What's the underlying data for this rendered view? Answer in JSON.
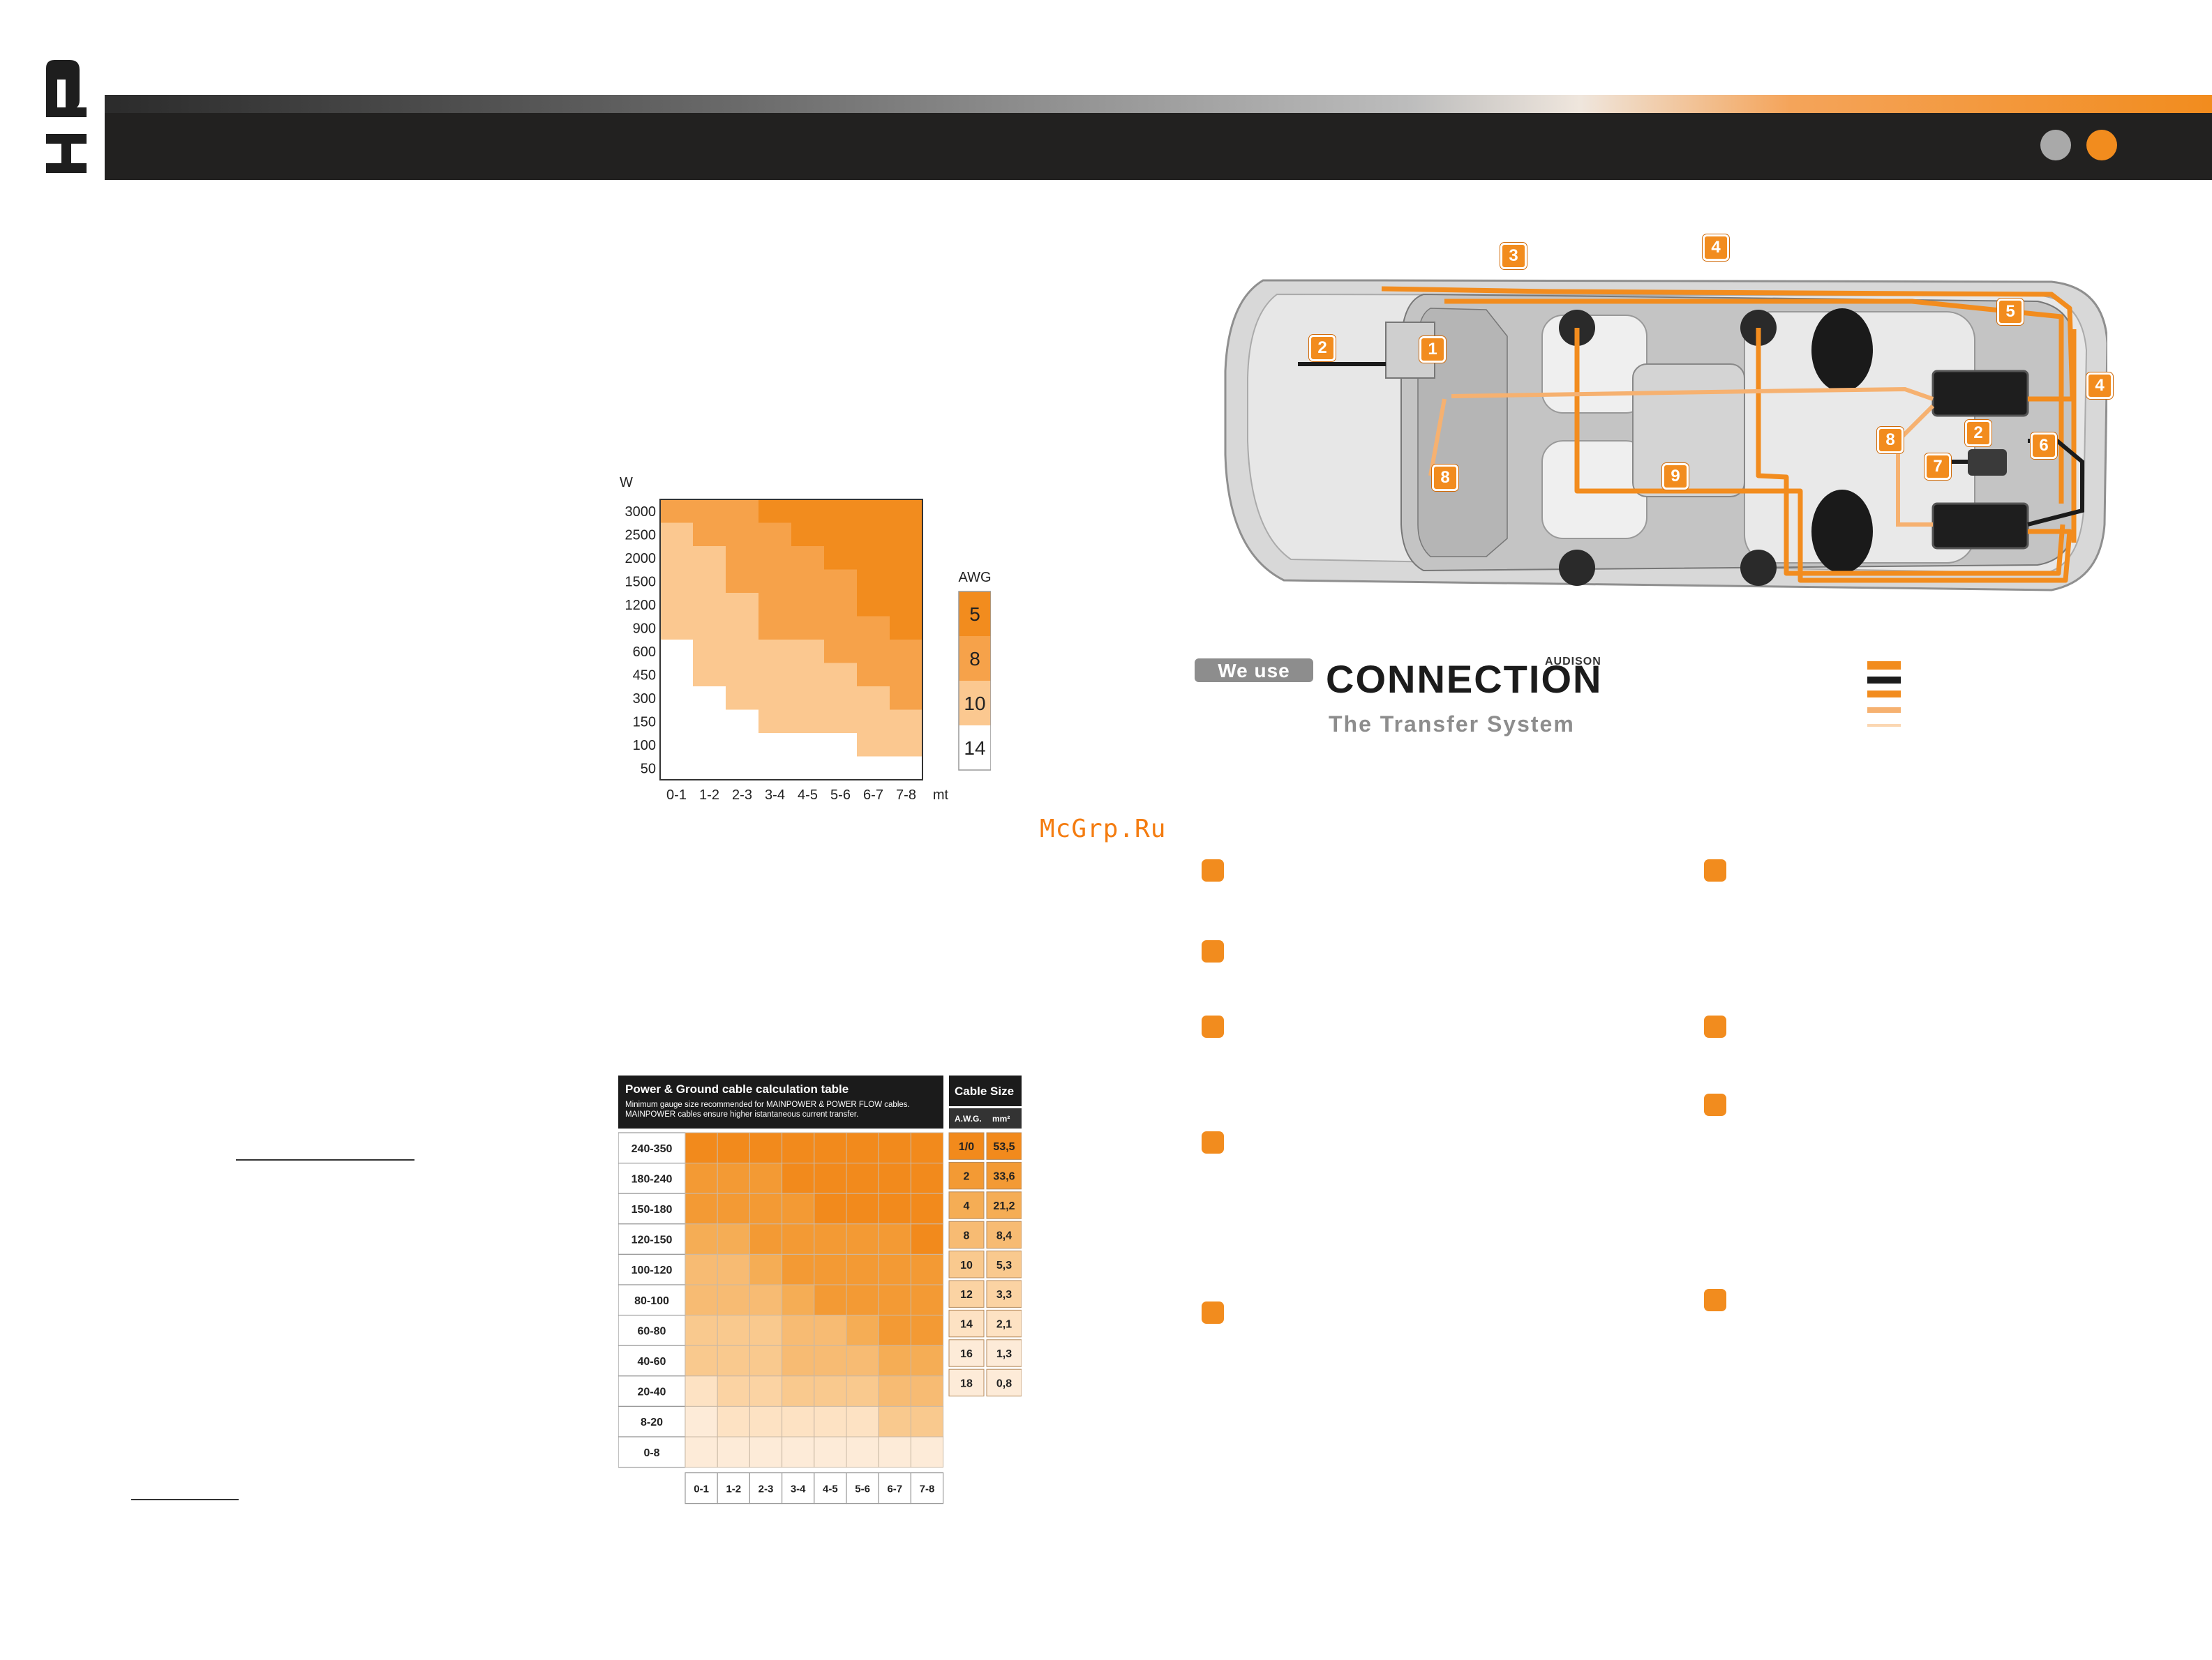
{
  "header": {
    "logo_text": "HP",
    "dot_colors": [
      "#a9a9a9",
      "#f28c1e"
    ]
  },
  "awg_chart": {
    "y_unit": "W",
    "x_unit": "mt",
    "legend_title": "AWG"
  },
  "awg_legend": [
    {
      "label": "5",
      "color": "#f28c1e"
    },
    {
      "label": "8",
      "color": "#f6a24a"
    },
    {
      "label": "10",
      "color": "#fbc890"
    },
    {
      "label": "14",
      "color": "#ffffff"
    }
  ],
  "chart_data": {
    "type": "heatmap",
    "title": "",
    "xlabel": "mt",
    "ylabel": "W",
    "x": [
      "0-1",
      "1-2",
      "2-3",
      "3-4",
      "4-5",
      "5-6",
      "6-7",
      "7-8"
    ],
    "y": [
      "3000",
      "2500",
      "2000",
      "1500",
      "1200",
      "900",
      "600",
      "450",
      "300",
      "150",
      "100",
      "50"
    ],
    "legend_title": "AWG",
    "values": [
      [
        8,
        8,
        8,
        5,
        5,
        5,
        5,
        5
      ],
      [
        10,
        8,
        8,
        8,
        5,
        5,
        5,
        5
      ],
      [
        10,
        10,
        8,
        8,
        8,
        5,
        5,
        5
      ],
      [
        10,
        10,
        8,
        8,
        8,
        8,
        5,
        5
      ],
      [
        10,
        10,
        10,
        8,
        8,
        8,
        5,
        5
      ],
      [
        10,
        10,
        10,
        8,
        8,
        8,
        8,
        5
      ],
      [
        14,
        10,
        10,
        10,
        10,
        8,
        8,
        8
      ],
      [
        14,
        10,
        10,
        10,
        10,
        10,
        8,
        8
      ],
      [
        14,
        14,
        10,
        10,
        10,
        10,
        10,
        8
      ],
      [
        14,
        14,
        14,
        10,
        10,
        10,
        10,
        10
      ],
      [
        14,
        14,
        14,
        14,
        14,
        14,
        10,
        10
      ],
      [
        14,
        14,
        14,
        14,
        14,
        14,
        14,
        14
      ]
    ]
  },
  "cable_table": {
    "title": "Power & Ground cable calculation table",
    "subtitle": "Minimum gauge size recommended for MAINPOWER & POWER FLOW cables. MAINPOWER cables ensure higher istantaneous current transfer.",
    "size_title": "Cable Size",
    "awg_head": "A.W.G.",
    "mm_head": "mm²",
    "rows": [
      "240-350",
      "180-240",
      "150-180",
      "120-150",
      "100-120",
      "80-100",
      "60-80",
      "40-60",
      "20-40",
      "8-20",
      "0-8"
    ],
    "cols": [
      "0-1",
      "1-2",
      "2-3",
      "3-4",
      "4-5",
      "5-6",
      "6-7",
      "7-8"
    ],
    "grid": [
      [
        0,
        0,
        0,
        0,
        0,
        0,
        0,
        0
      ],
      [
        1,
        1,
        1,
        0,
        0,
        0,
        0,
        0
      ],
      [
        1,
        1,
        1,
        1,
        0,
        0,
        0,
        0
      ],
      [
        2,
        2,
        1,
        1,
        1,
        1,
        1,
        0
      ],
      [
        3,
        3,
        2,
        1,
        1,
        1,
        1,
        1
      ],
      [
        3,
        3,
        3,
        2,
        1,
        1,
        1,
        1
      ],
      [
        4,
        4,
        4,
        3,
        3,
        2,
        1,
        1
      ],
      [
        4,
        4,
        4,
        3,
        3,
        3,
        2,
        2
      ],
      [
        6,
        5,
        5,
        4,
        4,
        4,
        3,
        3
      ],
      [
        7,
        6,
        6,
        6,
        6,
        6,
        4,
        4
      ],
      [
        7,
        7,
        7,
        7,
        7,
        7,
        7,
        7
      ]
    ],
    "sizes": [
      {
        "awg": "1/0",
        "mm": "53,5"
      },
      {
        "awg": "2",
        "mm": "33,6"
      },
      {
        "awg": "4",
        "mm": "21,2"
      },
      {
        "awg": "8",
        "mm": "8,4"
      },
      {
        "awg": "10",
        "mm": "5,3"
      },
      {
        "awg": "12",
        "mm": "3,3"
      },
      {
        "awg": "14",
        "mm": "2,1"
      },
      {
        "awg": "16",
        "mm": "1,3"
      },
      {
        "awg": "18",
        "mm": "0,8"
      }
    ],
    "palette": [
      "#f28a1c",
      "#f39a34",
      "#f5ad55",
      "#f7bb73",
      "#f9c98e",
      "#fbd3a3",
      "#fde2c3",
      "#fdebd8"
    ]
  },
  "car": {
    "markers": [
      "1",
      "2",
      "2",
      "3",
      "4",
      "4",
      "5",
      "6",
      "7",
      "8",
      "8",
      "9"
    ],
    "we_use": "We use",
    "brand_word": "CONNECTION",
    "brand_top": "AUDISON",
    "brand_tag": "The Transfer System"
  },
  "watermark": "McGrp.Ru",
  "legend_colors": [
    "#f28c1e",
    "#1b1b1b",
    "#f28c1e",
    "#f6b170",
    "#fbd7b2"
  ]
}
